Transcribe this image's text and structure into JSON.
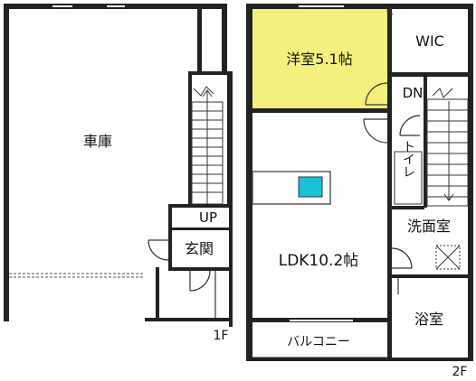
{
  "floors": {
    "first": {
      "label": "1F",
      "rooms": {
        "garage": "車庫",
        "entrance": "玄関"
      },
      "stair_label": "UP"
    },
    "second": {
      "label": "2F",
      "rooms": {
        "western_room": "洋室5.1帖",
        "walk_in_closet": "WIC",
        "toilet": "トイレ",
        "washroom": "洗面室",
        "ldk": "LDK10.2帖",
        "bathroom": "浴室",
        "balcony": "バルコニー"
      },
      "stair_label": "DN"
    }
  },
  "colors": {
    "wall": "#222222",
    "western_room_fill": "#f5f07d",
    "sink_fill": "#19c2d4",
    "background": "#ffffff"
  }
}
